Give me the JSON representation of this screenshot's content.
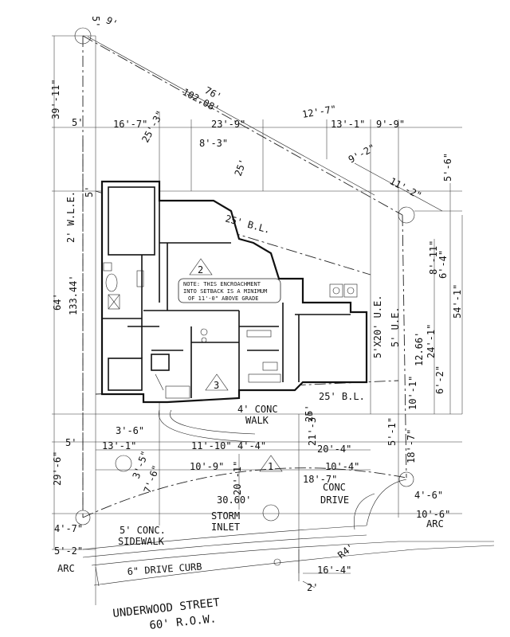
{
  "street": {
    "name": "UNDERWOOD STREET",
    "row": "60' R.O.W."
  },
  "note": {
    "line1": "NOTE: THIS ENCROACHMENT",
    "line2": "INTO SETBACK IS A MINIMUM",
    "line3": "OF 11'-0\" ABOVE GRADE"
  },
  "labels": {
    "sidewalk1": "5' CONC.",
    "sidewalk2": "SIDEWALK",
    "storm1": "STORM",
    "storm2": "INLET",
    "drive1": "CONC",
    "drive2": "DRIVE",
    "walk1": "4' CONC",
    "walk2": "WALK",
    "curb": "6\" DRIVE CURB",
    "bl_rear": "25' B.L.",
    "bl_front": "25' B.L.",
    "wle": "2' W.L.E.",
    "ue": "5'X20' U.E.",
    "ue2": "5' U.E.",
    "arc_right": "ARC",
    "arc_left": "ARC"
  },
  "markers": {
    "m1": "1",
    "m2": "2",
    "m3": "3"
  },
  "dims": {
    "d_39_11": "39'-11\"",
    "d_9": "9'",
    "d_76": "76'",
    "d_102_08": "102.08'",
    "d_25_3": "25'-3\"",
    "d_12_7": "12'-7\"",
    "d_5a": "5'",
    "d_16_7": "16'-7\"",
    "d_23_9": "23'-9\"",
    "d_13_1": "13'-1\"",
    "d_9_9": "9'-9\"",
    "d_8_3": "8'-3\"",
    "d_9_2": "9'-2\"",
    "d_11_2": "11'-2\"",
    "d_5_6": "5'-6\"",
    "d_25": "25'",
    "d_5b": "5'",
    "d_64": "64'",
    "d_133_44": "133.44'",
    "d_8_11": "8'-11\"",
    "d_6_4": "6'-4\"",
    "d_54_1": "54'-1\"",
    "d_12_66": "12.66'",
    "d_24_1": "24'-1\"",
    "d_6_2": "6'-2\"",
    "d_3_6": "3'-6\"",
    "d_13_1b": "13'-1\"",
    "d_11_10": "11'-10\"",
    "d_4_4": "4'-4\"",
    "d_20_4": "20'-4\"",
    "d_5c": "5'",
    "d_7_6": "7'-6\"",
    "d_3_5": "3'-5\"",
    "d_10_9": "10'-9\"",
    "d_20_1": "20'-1\"",
    "d_10_4": "10'-4\"",
    "d_18_7": "18'-7\"",
    "d_18_7b": "18'-7\"",
    "d_29_6": "29'-6\"",
    "d_30_60": "30.60'",
    "d_4_6": "4'-6\"",
    "d_10_6": "10'-6\"",
    "d_4_7": "4'-7\"",
    "d_5_2": "5'-2\"",
    "d_16_4": "16'-4\"",
    "d_r4": "R4'",
    "d_2": "2'",
    "d_5_1": "5'-1\"",
    "d_21_3": "21'-3\"",
    "d_25b": "25'",
    "d_10_1": "10'-1\""
  }
}
